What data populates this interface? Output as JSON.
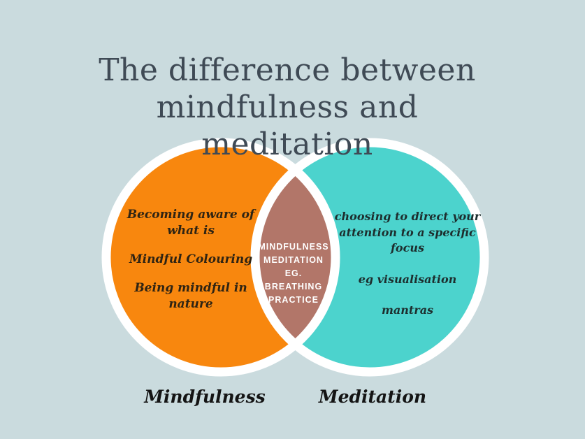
{
  "title": {
    "lines": [
      "The difference between",
      "mindfulness and",
      "meditation"
    ],
    "color": "#3f4a55"
  },
  "background_color": "#cadbde",
  "venn": {
    "left": {
      "label": "Mindfulness",
      "color": "#f8870e",
      "items": [
        "Becoming aware of what is",
        "Mindful Colouring",
        "Being mindful in nature"
      ]
    },
    "right": {
      "label": "Meditation",
      "color": "#4cd3cd",
      "items": [
        "choosing to direct your attention to a specific focus",
        "eg visualisation",
        "mantras"
      ]
    },
    "intersection": {
      "color": "#b27669",
      "outline_color": "#ffffff",
      "lines": [
        "MINDFULNESS",
        "MEDITATION",
        "EG.",
        "BREATHING",
        "PRACTICE"
      ]
    }
  }
}
